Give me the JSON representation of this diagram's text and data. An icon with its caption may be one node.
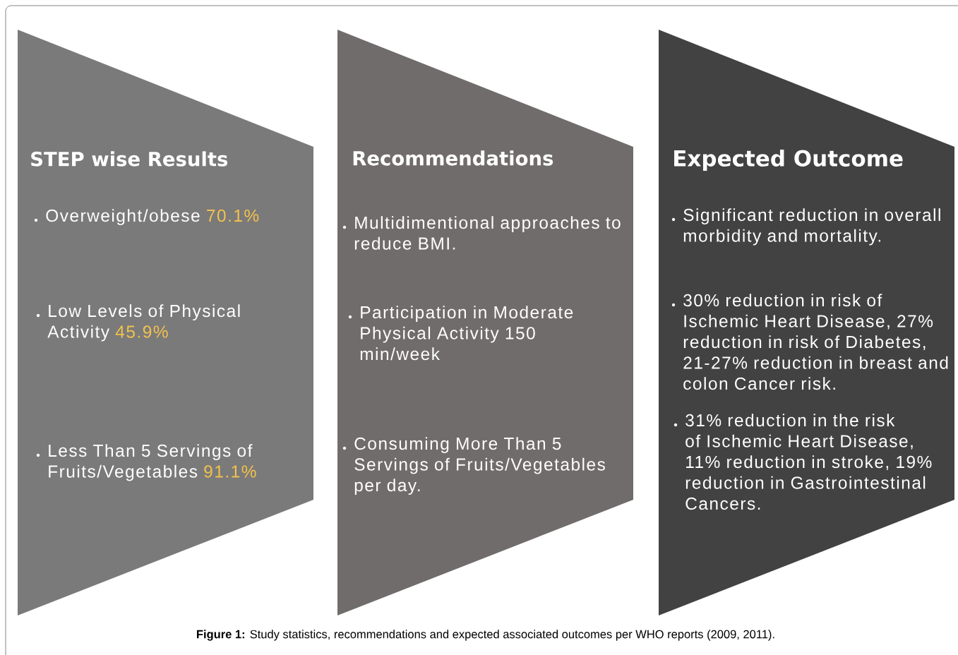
{
  "diagram": {
    "caption": "**Figure 1:** Study statistics, recommendations and expected associated outcomes per WHO reports (2009, 2011).",
    "nodes": [
      {
        "text": [
          "STEP wise Results",
          "Overweight/obese",
          "70.1%",
          "Low Levels of Physical Activity",
          "45.9%",
          "Less Than 5 Servings of Fruits/Vegetables",
          "91.1%"
        ]
      },
      {
        "text": [
          "Recommendations",
          "Multidimentional approaches to reduce BMI.",
          "Participation in Moderate Physical Activity 150 min/week",
          "Consuming More Than 5 Servings of Fruits/Vegetables per day."
        ]
      },
      {
        "text": [
          "Expected Outcome",
          "Significant reduction in overall morbidity and mortality.",
          "30% reduction in risk of Ischemic Heart Disease, 27% reduction in risk of Diabetes, 21-27% reduction in breast and colon Cancer risk.",
          "31% reduction in the risk of Ischemic Heart Disease, 11% reduction in stroke, 19% reduction in Gastrointestinal Cancers."
        ]
      }
    ]
  }
}
